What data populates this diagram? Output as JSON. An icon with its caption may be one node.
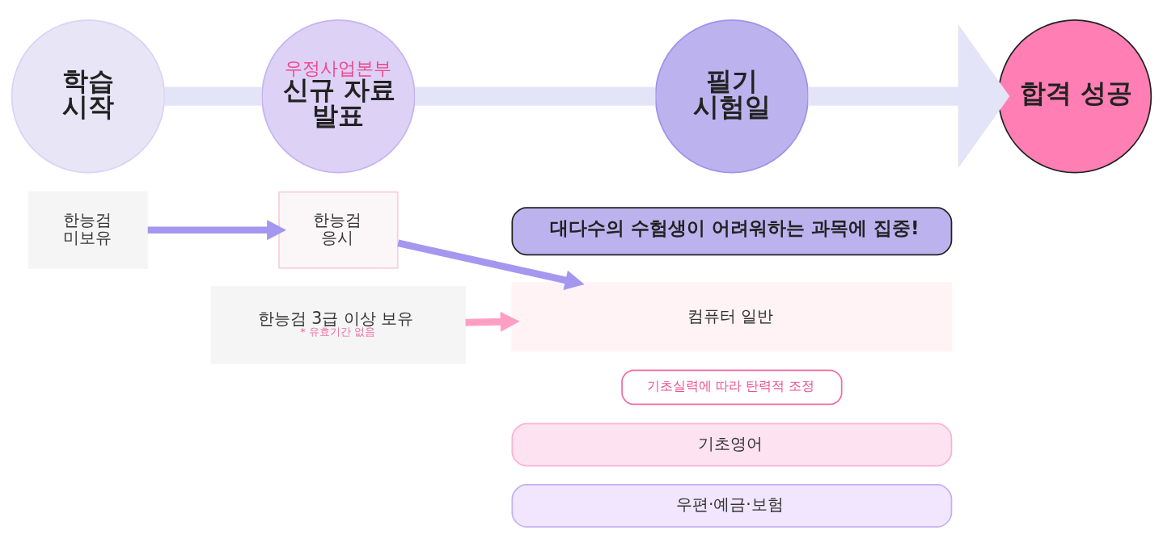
{
  "diagram": {
    "nodes": [
      {
        "text": [
          "학습 시작"
        ]
      },
      {
        "text": [
          "우정사업본부",
          "신규 자료 발표"
        ]
      },
      {
        "text": [
          "필기 시험일"
        ]
      },
      {
        "text": [
          "합격 성공"
        ]
      },
      {
        "text": [
          "대다수의 수험생이 어려워하는 과목에 집중!"
        ]
      },
      {
        "text": [
          "한능검 3급 이상 보유",
          "* 유효기간 없음"
        ]
      },
      {
        "text": [
          "한능검 미보유"
        ]
      },
      {
        "text": [
          "한능검 응시"
        ]
      },
      {
        "text": [
          "컴퓨터 일반"
        ]
      },
      {
        "text": [
          "기초실력에 따라 탄력적 조정"
        ]
      },
      {
        "text": [
          "기초영어"
        ]
      },
      {
        "text": [
          "우편·예금·보험"
        ]
      }
    ],
    "edges": [
      {
        "from": 0,
        "to": 1,
        "arrow": "none",
        "style": "thick"
      },
      {
        "from": 1,
        "to": 2,
        "arrow": "none",
        "style": "thick"
      },
      {
        "from": 2,
        "to": 3,
        "arrow": "to",
        "style": "thick"
      },
      {
        "from": 5,
        "to": 8,
        "arrow": "to",
        "color": "#ff9ec4"
      },
      {
        "from": 6,
        "to": 7,
        "arrow": "to",
        "color": "#a597f0"
      },
      {
        "from": 7,
        "to": 8,
        "arrow": "to",
        "color": "#a597f0"
      }
    ]
  }
}
